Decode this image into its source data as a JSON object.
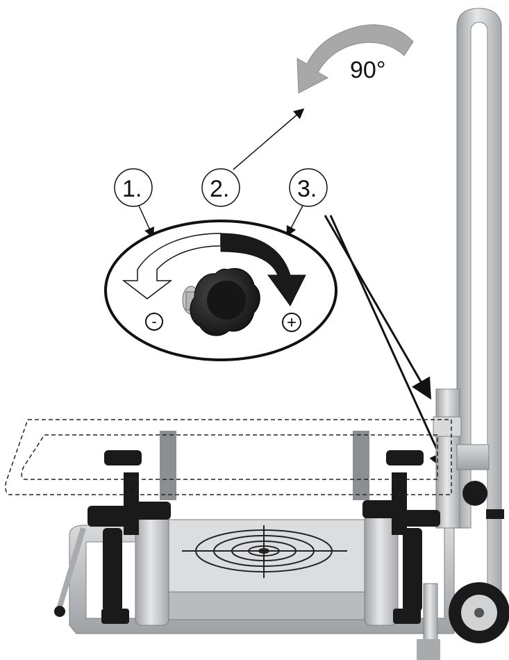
{
  "rotation": {
    "label": "90°"
  },
  "steps": [
    {
      "label": "1."
    },
    {
      "label": "2."
    },
    {
      "label": "3."
    }
  ],
  "knob": {
    "minus_symbol": "-",
    "plus_symbol": "+"
  },
  "colors": {
    "rotation_arrow": "#a8a8a8",
    "tighten_arrow": "#1a1a1a",
    "metal": "#c9cbcd",
    "rubber": "#1c1c1c"
  }
}
